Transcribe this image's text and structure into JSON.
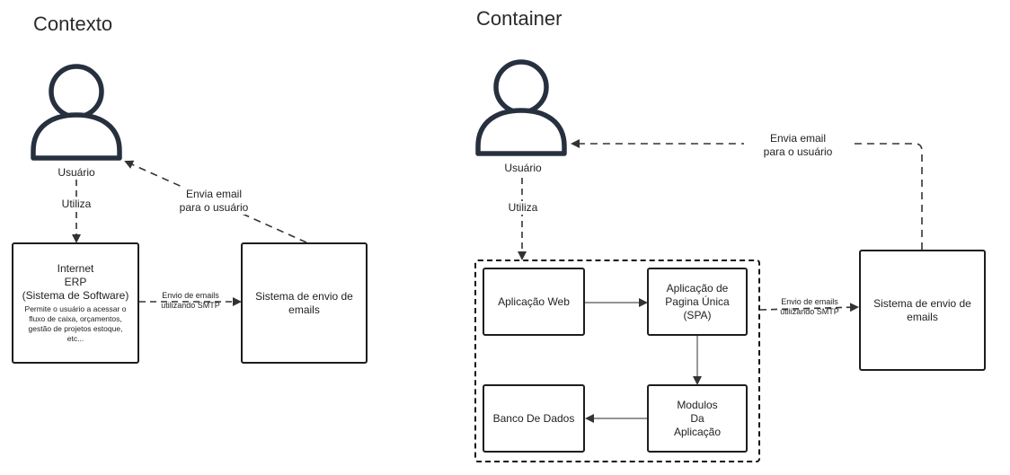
{
  "colors": {
    "stroke": "#1d1d1d",
    "person": "#27303f",
    "arrow": "#333333"
  },
  "context": {
    "heading": "Contexto",
    "user_label": "Usuário",
    "uses_label": "Utiliza",
    "erp": {
      "line1": "Internet",
      "line2": "ERP",
      "line3": "(Sistema de Software)",
      "desc": [
        "Permite o usuário a acessar o",
        "fluxo de caixa, orçamentos,",
        "gestão de projetos estoque,",
        "etc..."
      ]
    },
    "email_system": [
      "Sistema de envio de",
      "emails"
    ],
    "send_email_label": [
      "Envio de emails",
      "utilizando SMTP"
    ],
    "notify_label": [
      "Envia email",
      "para o usuário"
    ]
  },
  "container": {
    "heading": "Container",
    "user_label": "Usuário",
    "uses_label": "Utiliza",
    "web_app": "Aplicação Web",
    "spa": [
      "Aplicação de",
      "Pagina Única",
      "(SPA)"
    ],
    "modules": [
      "Modulos",
      "Da",
      "Aplicação"
    ],
    "database": "Banco De Dados",
    "email_system": [
      "Sistema de envio de",
      "emails"
    ],
    "send_email_label": [
      "Envio de emails",
      "utilizando SMTP"
    ],
    "notify_label": [
      "Envia email",
      "para o usuário"
    ]
  }
}
